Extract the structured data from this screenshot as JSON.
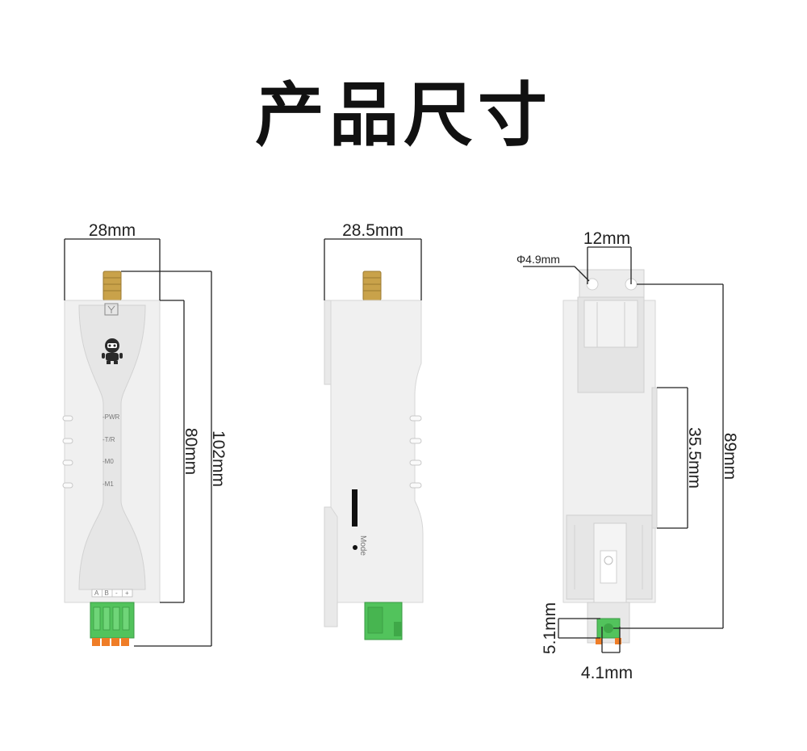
{
  "title": "产品尺寸",
  "front_view": {
    "width_label": "28mm",
    "height_body_label": "80mm",
    "height_total_label": "102mm",
    "leds": [
      "-PWR",
      "-T/R",
      "-M0",
      "-M1"
    ],
    "terminals": [
      "A",
      "B",
      "-",
      "+"
    ]
  },
  "side_view": {
    "width_label": "28.5mm",
    "mode_label": "Mode"
  },
  "back_view": {
    "top_width_label": "12mm",
    "hole_label": "Φ4.9mm",
    "mid_height_label": "35.5mm",
    "hole_span_label": "89mm",
    "bottom_height_label": "5.1mm",
    "bottom_width_label": "4.1mm"
  },
  "colors": {
    "body": "#eeeeee",
    "body_edge": "#d8d8d8",
    "terminal_green": "#4fc15a",
    "terminal_orange": "#ef7d27",
    "antenna_gold": "#c9a24a"
  }
}
